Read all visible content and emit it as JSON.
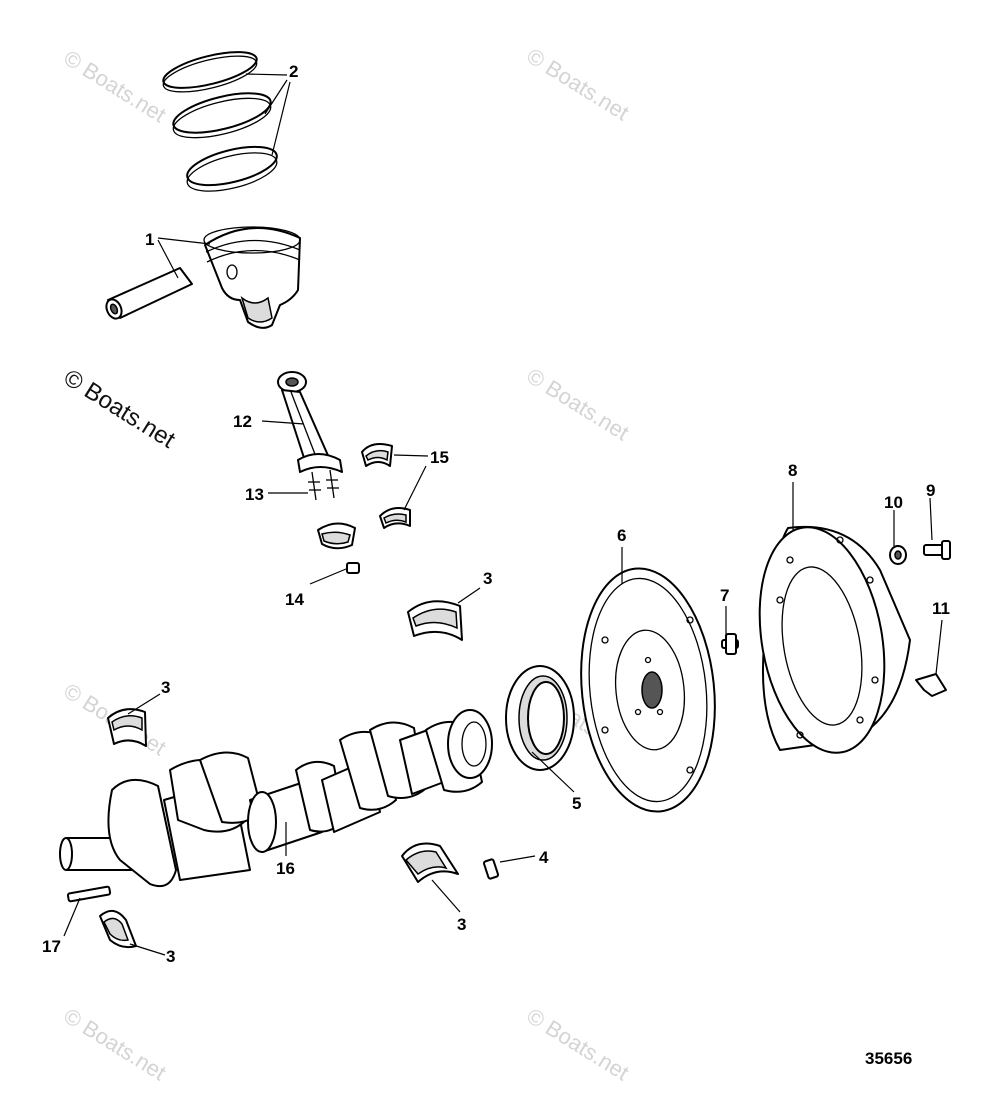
{
  "diagram": {
    "id_number": "35656",
    "copyright": "© Boats.net",
    "callouts": {
      "c1": "1",
      "c2": "2",
      "c3a": "3",
      "c3b": "3",
      "c3c": "3",
      "c3d": "3",
      "c4": "4",
      "c5": "5",
      "c6": "6",
      "c7": "7",
      "c8": "8",
      "c9": "9",
      "c10": "10",
      "c11": "11",
      "c12": "12",
      "c13": "13",
      "c14": "14",
      "c15": "15",
      "c16": "16",
      "c17": "17"
    }
  }
}
